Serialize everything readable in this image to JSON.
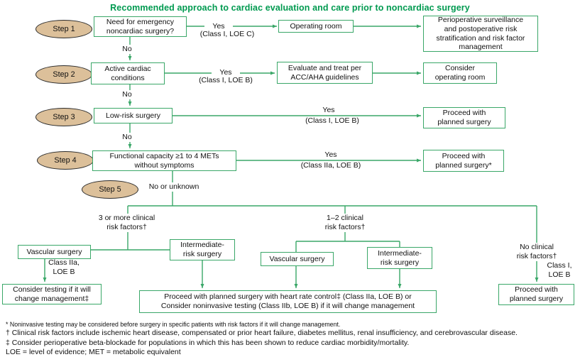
{
  "title": "Recommended approach to cardiac evaluation and care prior to noncardiac surgery",
  "colors": {
    "green": "#3aa768",
    "title_green": "#009a50",
    "tan": "#dcc09a",
    "tan_border": "#2b2b2b"
  },
  "steps": {
    "s1": "Step 1",
    "s2": "Step 2",
    "s3": "Step 3",
    "s4": "Step 4",
    "s5": "Step 5"
  },
  "nodes": {
    "emergency": "Need for emergency\nnoncardiac surgery?",
    "operating_room": "Operating room",
    "periop": "Perioperative surveillance\nand postoperative risk\nstratification and risk factor\nmanagement",
    "active_cardiac": "Active cardiac\nconditions",
    "evaluate": "Evaluate and treat per\nACC/AHA guidelines",
    "consider_or": "Consider\noperating room",
    "low_risk": "Low-risk surgery",
    "proceed1": "Proceed with\nplanned surgery",
    "functional": "Functional capacity ≥1 to 4 METs\nwithout symptoms",
    "proceed2": "Proceed with\nplanned surgery*",
    "vascular1": "Vascular surgery",
    "intermediate1": "Intermediate-\nrisk surgery",
    "vascular2": "Vascular surgery",
    "intermediate2": "Intermediate-\nrisk surgery",
    "consider_testing": "Consider testing if it will\nchange management‡",
    "proceed_hr": "Proceed with planned surgery with heart rate control‡ (Class IIa, LOE B) or\nConsider noninvasive testing (Class IIb, LOE B) if it will change management",
    "proceed3": "Proceed with\nplanned surgery"
  },
  "labels": {
    "yes": "Yes",
    "no": "No",
    "class_1c": "(Class I, LOE C)",
    "class_1b": "(Class I, LOE B)",
    "class_2a": "(Class IIa, LOE B)",
    "no_unknown": "No or unknown",
    "risk3": "3 or more clinical\nrisk factors†",
    "risk12": "1–2 clinical\nrisk factors†",
    "risk0": "No clinical\nrisk factors†",
    "class_2a_loeb": "Class IIa,\nLOE B",
    "class_1_loeb": "Class I,\nLOE B"
  },
  "footnotes": [
    "* Noninvasive testing may be considered before surgery in specific patients with risk factors if it will change management.",
    "† Clinical risk factors include ischemic heart disease, compensated or prior heart failure, diabetes mellitus, renal insufficiency, and cerebrovascular disease.",
    "‡ Consider perioperative beta-blockade for populations in which this has been shown to reduce cardiac morbidity/mortality.",
    "LOE = level of evidence; MET = metabolic equivalent"
  ]
}
